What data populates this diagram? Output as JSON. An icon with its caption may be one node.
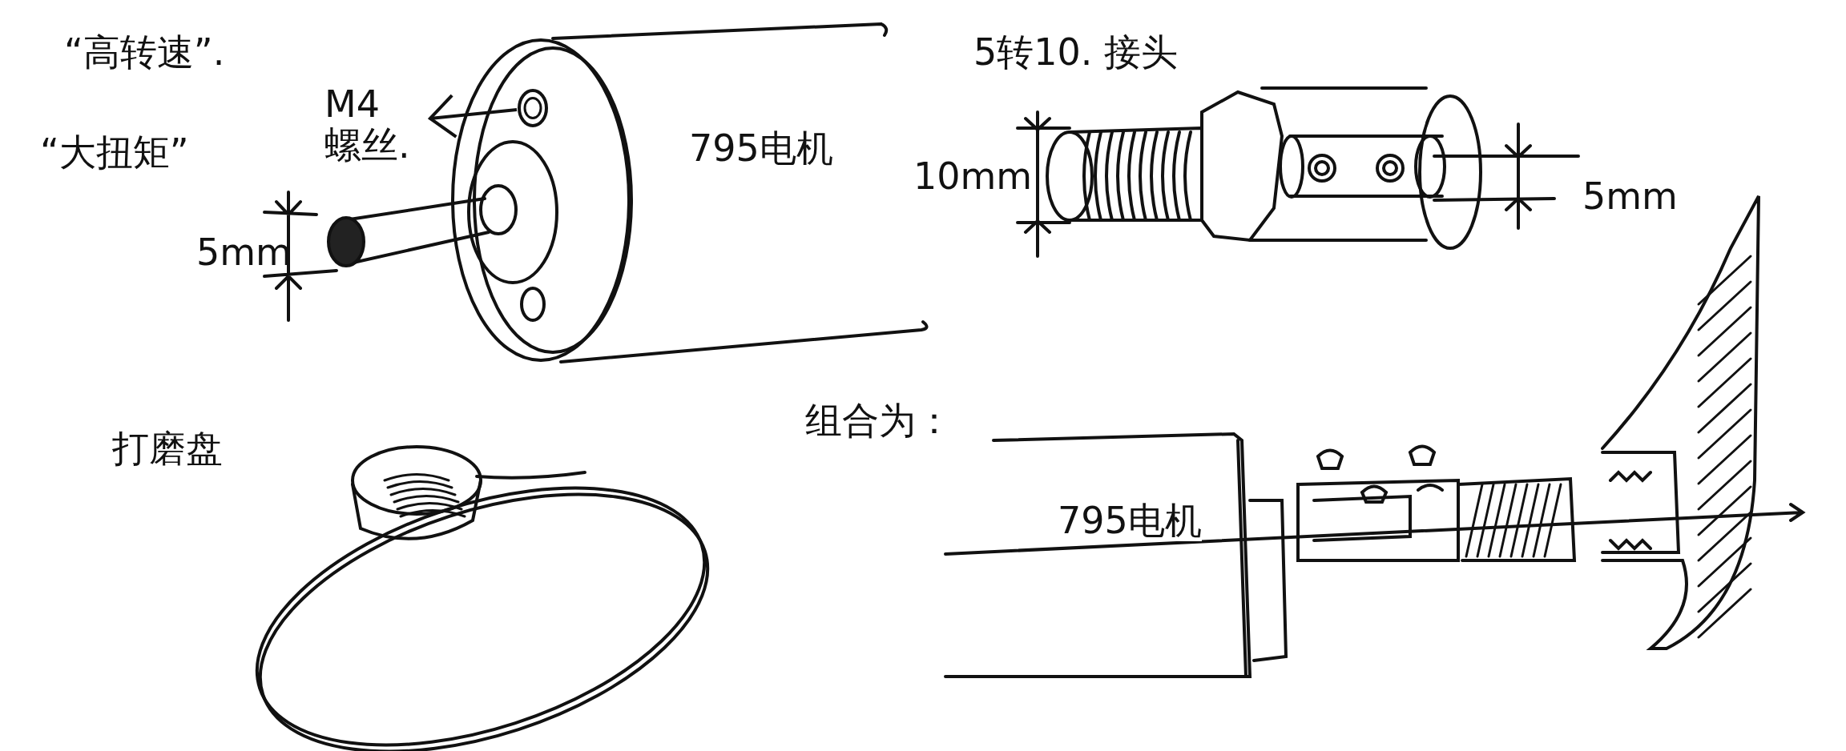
{
  "diagram": {
    "nodes": [
      {
        "text": [
          "M4 螺丝."
        ]
      },
      {
        "text": [],
        "shape": "circle"
      }
    ],
    "edges": [
      {
        "from": 1,
        "to": 0,
        "arrow": "to"
      }
    ],
    "labels": [
      "“高转速”.",
      "“大扭矩”",
      "5mm",
      "795电机",
      "5转10. 接头",
      "10mm",
      "5mm",
      "打磨盘",
      "组合为：",
      "795电机"
    ]
  }
}
